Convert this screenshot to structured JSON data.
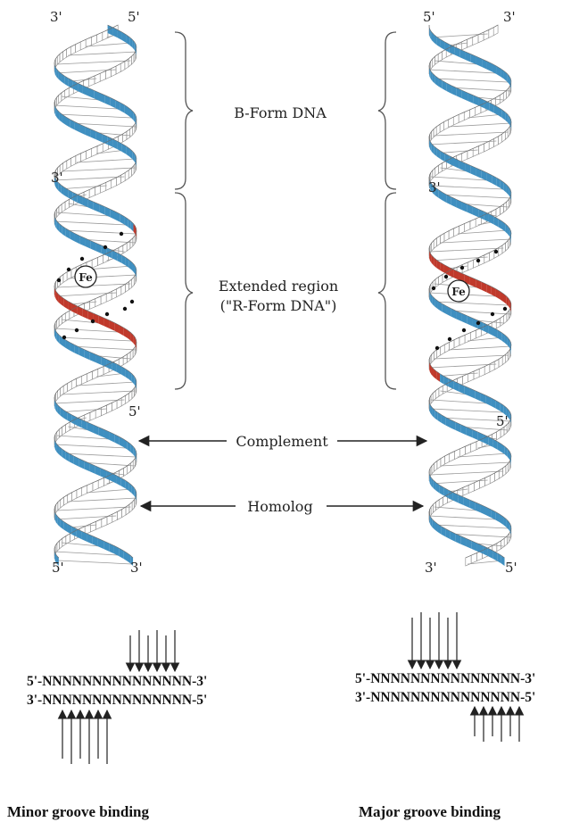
{
  "left_helix": {
    "top_left_end": "3'",
    "top_right_end": "5'",
    "mid_end_upper": "3'",
    "mid_end_lower": "5'",
    "bottom_left_end": "5'",
    "bottom_right_end": "3'",
    "iron_label": "Fe"
  },
  "right_helix": {
    "top_left_end": "5'",
    "top_right_end": "3'",
    "mid_end_upper": "3'",
    "mid_end_lower": "5'",
    "bottom_left_end": "3'",
    "bottom_right_end": "5'",
    "iron_label": "Fe"
  },
  "regions": {
    "b_form": "B-Form DNA",
    "extended_line1": "Extended region",
    "extended_line2": "(\"R-Form DNA\")",
    "complement": "Complement",
    "homolog": "Homolog"
  },
  "minor": {
    "seq_top": "5'-NNNNNNNNNNNNNNN-3'",
    "seq_bottom": "3'-NNNNNNNNNNNNNNN-5'",
    "caption": "Minor groove binding"
  },
  "major": {
    "seq_top": "5'-NNNNNNNNNNNNNNN-3'",
    "seq_bottom": "3'-NNNNNNNNNNNNNNN-5'",
    "caption": "Major groove binding"
  },
  "colors": {
    "blue_strand": "#3f8fc0",
    "red_strand": "#c0392b",
    "outline": "#444444"
  }
}
